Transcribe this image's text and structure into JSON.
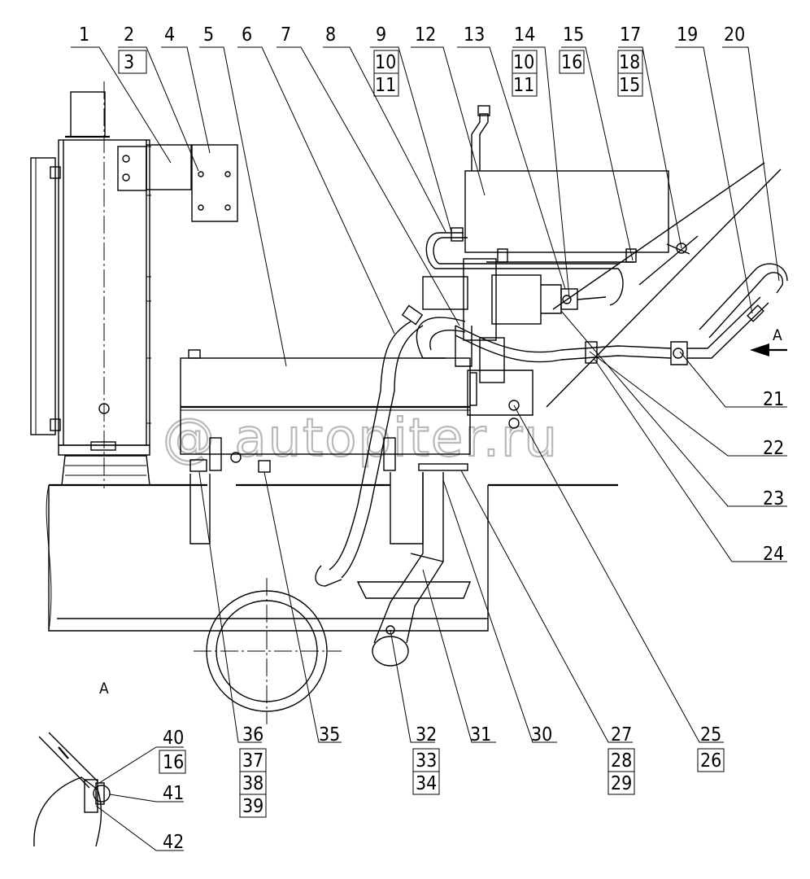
{
  "watermark": "@ autopiter.ru",
  "view_label": "A",
  "view_arrow_label": "A",
  "top_labels": [
    {
      "id": "l1",
      "text": "1"
    },
    {
      "id": "l2",
      "text": "2"
    },
    {
      "id": "l3",
      "text": "3"
    },
    {
      "id": "l4",
      "text": "4"
    },
    {
      "id": "l5",
      "text": "5"
    },
    {
      "id": "l6",
      "text": "6"
    },
    {
      "id": "l7",
      "text": "7"
    },
    {
      "id": "l8",
      "text": "8"
    },
    {
      "id": "l9",
      "text": "9"
    },
    {
      "id": "l10a",
      "text": "10"
    },
    {
      "id": "l11a",
      "text": "11"
    },
    {
      "id": "l12",
      "text": "12"
    },
    {
      "id": "l13",
      "text": "13"
    },
    {
      "id": "l14",
      "text": "14"
    },
    {
      "id": "l10b",
      "text": "10"
    },
    {
      "id": "l11b",
      "text": "11"
    },
    {
      "id": "l15a",
      "text": "15"
    },
    {
      "id": "l16a",
      "text": "16"
    },
    {
      "id": "l17",
      "text": "17"
    },
    {
      "id": "l18",
      "text": "18"
    },
    {
      "id": "l15b",
      "text": "15"
    },
    {
      "id": "l19",
      "text": "19"
    },
    {
      "id": "l20",
      "text": "20"
    }
  ],
  "right_labels": [
    {
      "id": "l21",
      "text": "21"
    },
    {
      "id": "l22",
      "text": "22"
    },
    {
      "id": "l23",
      "text": "23"
    },
    {
      "id": "l24",
      "text": "24"
    },
    {
      "id": "l25",
      "text": "25"
    },
    {
      "id": "l26",
      "text": "26"
    }
  ],
  "bottom_labels": [
    {
      "id": "l27",
      "text": "27"
    },
    {
      "id": "l28",
      "text": "28"
    },
    {
      "id": "l29",
      "text": "29"
    },
    {
      "id": "l30",
      "text": "30"
    },
    {
      "id": "l31",
      "text": "31"
    },
    {
      "id": "l32",
      "text": "32"
    },
    {
      "id": "l33",
      "text": "33"
    },
    {
      "id": "l34",
      "text": "34"
    },
    {
      "id": "l35",
      "text": "35"
    },
    {
      "id": "l36",
      "text": "36"
    },
    {
      "id": "l37",
      "text": "37"
    },
    {
      "id": "l38",
      "text": "38"
    },
    {
      "id": "l39",
      "text": "39"
    }
  ],
  "detail_labels": [
    {
      "id": "l40",
      "text": "40"
    },
    {
      "id": "l16c",
      "text": "16"
    },
    {
      "id": "l41",
      "text": "41"
    },
    {
      "id": "l42",
      "text": "42"
    }
  ]
}
